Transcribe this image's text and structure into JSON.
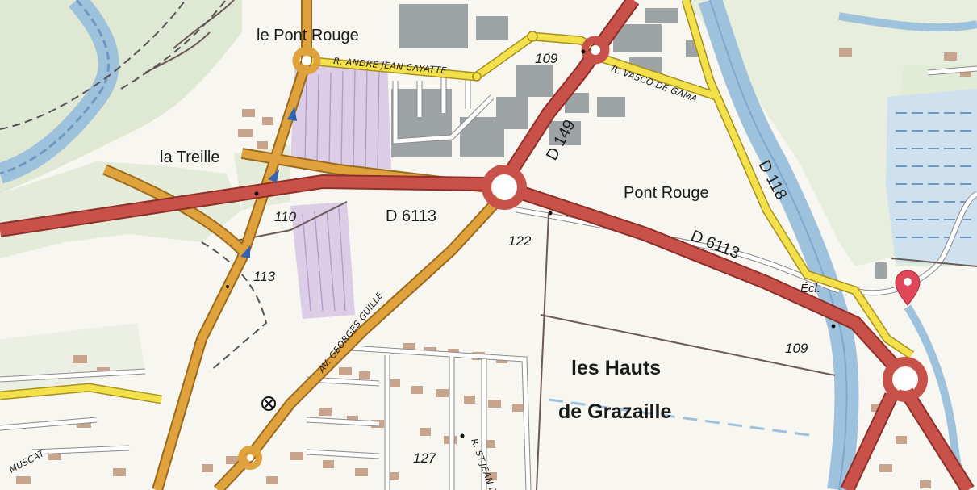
{
  "map": {
    "places": {
      "pont_rouge_north": "le Pont Rouge",
      "la_treille": "la Treille",
      "pont_rouge_east": "Pont Rouge",
      "hauts_line1": "les Hauts",
      "hauts_line2": "de Grazaille"
    },
    "roads": {
      "d6113_west": "D 6113",
      "d6113_east": "D 6113",
      "d149": "D 149",
      "d118": "D 118"
    },
    "streets": {
      "andre_jean_cayatte": "R. ANDRE JEAN CAYATTE",
      "vasco_de_gama": "R. VASCO DE GAMA",
      "georges_guille": "AV. GEORGES GUILLE",
      "muscat": "MUSCAT",
      "st_jean": "R. ST-JEAN D"
    },
    "elevations": {
      "e109_north": "109",
      "e110": "110",
      "e113": "113",
      "e122": "122",
      "e109_east": "109",
      "e127": "127"
    },
    "abbrev": {
      "ecluse": "Écl."
    },
    "colors": {
      "background": "#f7f6f1",
      "water": "#9fc2dc",
      "water_dark": "#6e98c2",
      "forest": "#dfe8d3",
      "main_road": "#c8524a",
      "secondary_road": "#e0a23c",
      "local_road": "#f2e14a",
      "building": "#c9a48c",
      "industrial": "#9ea3a6",
      "vineyard": "#dccde6",
      "marker": "#e0485a"
    },
    "icons": {
      "marker": "location-pin-icon",
      "poi": "crossed-circle-icon",
      "arrows": "direction-arrow-icon"
    }
  }
}
